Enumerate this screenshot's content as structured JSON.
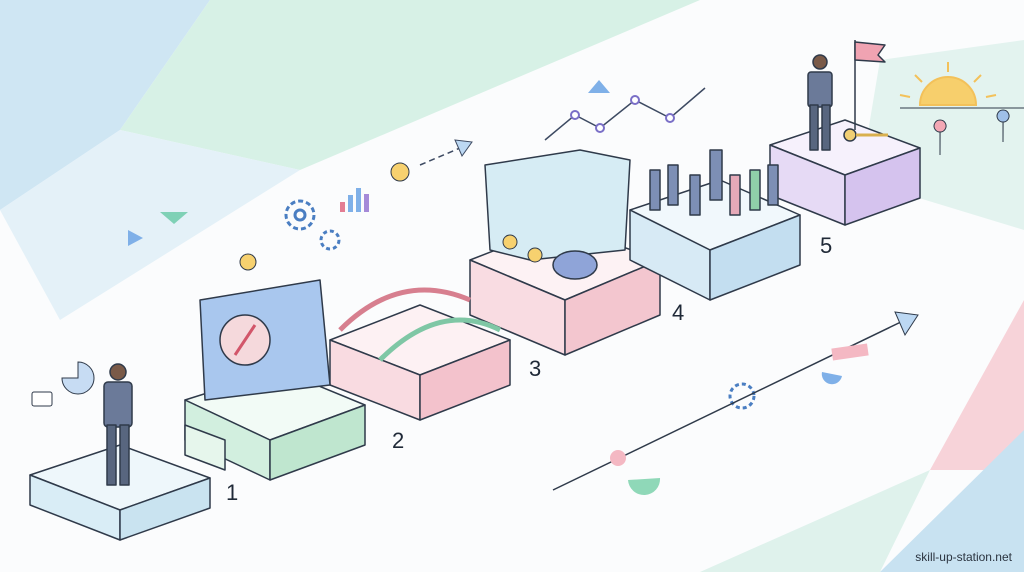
{
  "steps": [
    {
      "label": "1",
      "color": "#dbeef5"
    },
    {
      "label": "2",
      "color": "#cdeed9"
    },
    {
      "label": "3",
      "color": "#f6cdd6"
    },
    {
      "label": "4",
      "color": "#cfe6f2"
    },
    {
      "label": "5",
      "color": "#e0d3f2"
    }
  ],
  "watermark": "skill-up-station.net",
  "colors": {
    "outline": "#2f3a4a",
    "accent": "#4a7ec2"
  }
}
